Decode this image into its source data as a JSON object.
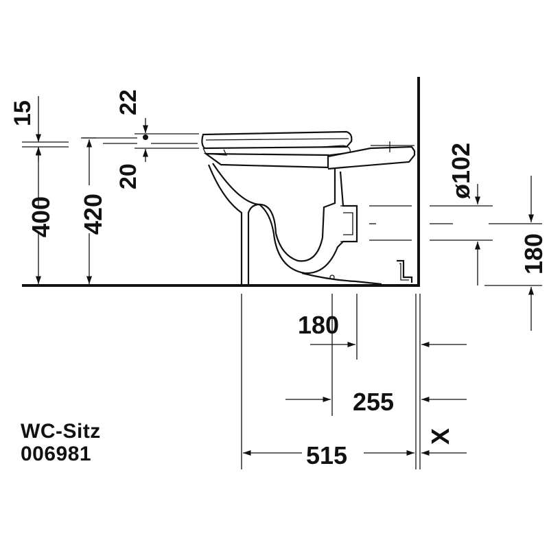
{
  "caption": {
    "title": "WC-Sitz",
    "code": "006981"
  },
  "dimensions": {
    "seat_thickness": "15",
    "seat_height": "400",
    "rim_height": "420",
    "hinge_gap_top": "22",
    "hinge_gap_bottom": "20",
    "outlet_diameter": "ø102",
    "outlet_height": "180",
    "outlet_projection": "180",
    "outlet_depth": "255",
    "total_depth": "515",
    "wall_clearance": "X"
  },
  "colors": {
    "line": "#111111",
    "background": "#ffffff"
  }
}
